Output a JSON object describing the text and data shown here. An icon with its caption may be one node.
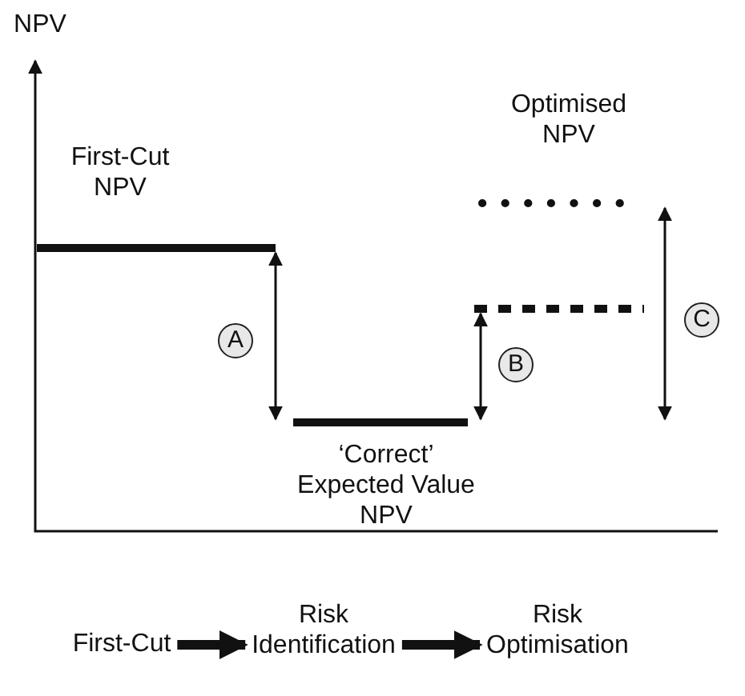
{
  "diagram": {
    "nodes": [
      {
        "text": [
          "First-Cut"
        ]
      },
      {
        "text": [
          "Risk Identification"
        ]
      },
      {
        "text": [
          "Risk Optimisation"
        ]
      }
    ],
    "edges": [
      {
        "from": 0,
        "to": 1,
        "arrow": "to"
      },
      {
        "from": 1,
        "to": 2,
        "arrow": "to"
      }
    ],
    "labels": [
      "NPV",
      "First-Cut NPV",
      "Optimised NPV",
      "C",
      "A",
      "B",
      "‘Correct’ Expected Value NPV"
    ]
  }
}
